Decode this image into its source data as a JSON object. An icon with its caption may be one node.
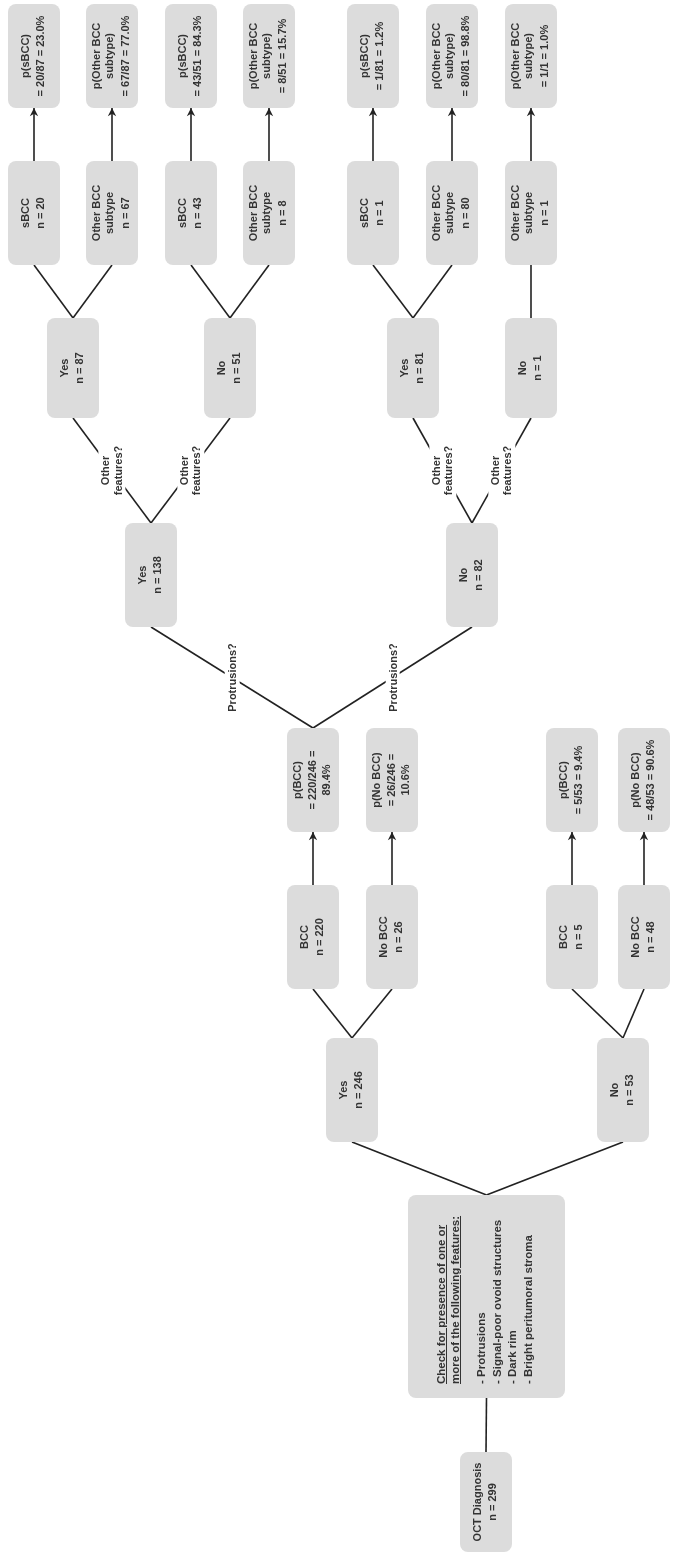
{
  "diagram": {
    "nodes": [
      {
        "text": [
          "OCT Diagnosis",
          "n = 299"
        ]
      },
      {
        "text": [
          "Check for presence of one or more of the following features:",
          "- Protrusions",
          "- Signal-poor ovoid structures",
          "- Dark rim",
          "- Bright peritumoral stroma"
        ]
      },
      {
        "text": [
          "Yes",
          "n = 246"
        ]
      },
      {
        "text": [
          "No",
          "n = 53"
        ]
      },
      {
        "text": [
          "BCC",
          "n = 220"
        ]
      },
      {
        "text": [
          "No BCC",
          "n = 26"
        ]
      },
      {
        "text": [
          "BCC",
          "n = 5"
        ]
      },
      {
        "text": [
          "No BCC",
          "n = 48"
        ]
      },
      {
        "text": [
          "p(BCC)",
          "= 220/246 = 89.4%"
        ]
      },
      {
        "text": [
          "p(No BCC)",
          "= 26/246 = 10.6%"
        ]
      },
      {
        "text": [
          "p(BCC)",
          "= 5/53 = 9.4%"
        ]
      },
      {
        "text": [
          "p(No BCC)",
          "= 48/53 = 90.6%"
        ]
      },
      {
        "text": [
          "Yes",
          "n = 138"
        ]
      },
      {
        "text": [
          "No",
          "n = 82"
        ]
      },
      {
        "text": [
          "Yes",
          "n = 87"
        ]
      },
      {
        "text": [
          "No",
          "n = 51"
        ]
      },
      {
        "text": [
          "Yes",
          "n = 81"
        ]
      },
      {
        "text": [
          "No",
          "n = 1"
        ]
      },
      {
        "text": [
          "sBCC",
          "n = 20"
        ]
      },
      {
        "text": [
          "Other BCC subtype",
          "n = 67"
        ]
      },
      {
        "text": [
          "sBCC",
          "n = 43"
        ]
      },
      {
        "text": [
          "Other BCC subtype",
          "n = 8"
        ]
      },
      {
        "text": [
          "sBCC",
          "n = 1"
        ]
      },
      {
        "text": [
          "Other BCC subtype",
          "n = 80"
        ]
      },
      {
        "text": [
          "Other BCC subtype",
          "n = 1"
        ]
      },
      {
        "text": [
          "p(sBCC)",
          "= 20/87 = 23.0%"
        ]
      },
      {
        "text": [
          "p(Other BCC subtype)",
          "= 67/87 = 77.0%"
        ]
      },
      {
        "text": [
          "p(sBCC)",
          "= 43/51 = 84.3%"
        ]
      },
      {
        "text": [
          "p(Other BCC subtype)",
          "= 8/51 = 15.7%"
        ]
      },
      {
        "text": [
          "p(sBCC)",
          "= 1/81 = 1.2%"
        ]
      },
      {
        "text": [
          "p(Other BCC subtype)",
          "= 80/81 = 98.8%"
        ]
      },
      {
        "text": [
          "p(Other BCC subtype)",
          "= 1/1 = 1.0%"
        ]
      }
    ],
    "edges": [
      {
        "from": 0,
        "to": 1,
        "arrow": "none"
      },
      {
        "from": 1,
        "to": 2,
        "arrow": "none"
      },
      {
        "from": 1,
        "to": 3,
        "arrow": "none"
      },
      {
        "from": 2,
        "to": 4,
        "arrow": "none"
      },
      {
        "from": 2,
        "to": 5,
        "arrow": "none"
      },
      {
        "from": 3,
        "to": 6,
        "arrow": "none"
      },
      {
        "from": 3,
        "to": 7,
        "arrow": "none"
      },
      {
        "from": 4,
        "to": 8,
        "arrow": "to"
      },
      {
        "from": 5,
        "to": 9,
        "arrow": "to"
      },
      {
        "from": 6,
        "to": 10,
        "arrow": "to"
      },
      {
        "from": 7,
        "to": 11,
        "arrow": "to"
      },
      {
        "from": 8,
        "to": 12,
        "arrow": "none",
        "label": "Protrusions?"
      },
      {
        "from": 8,
        "to": 13,
        "arrow": "none",
        "label": "Protrusions?"
      },
      {
        "from": 12,
        "to": 14,
        "arrow": "none",
        "label": "Other features?"
      },
      {
        "from": 12,
        "to": 15,
        "arrow": "none",
        "label": "Other features?"
      },
      {
        "from": 13,
        "to": 16,
        "arrow": "none",
        "label": "Other features?"
      },
      {
        "from": 13,
        "to": 17,
        "arrow": "none",
        "label": "Other features?"
      },
      {
        "from": 14,
        "to": 18,
        "arrow": "none"
      },
      {
        "from": 14,
        "to": 19,
        "arrow": "none"
      },
      {
        "from": 15,
        "to": 20,
        "arrow": "none"
      },
      {
        "from": 15,
        "to": 21,
        "arrow": "none"
      },
      {
        "from": 16,
        "to": 22,
        "arrow": "none"
      },
      {
        "from": 16,
        "to": 23,
        "arrow": "none"
      },
      {
        "from": 17,
        "to": 24,
        "arrow": "none"
      },
      {
        "from": 18,
        "to": 25,
        "arrow": "to"
      },
      {
        "from": 19,
        "to": 26,
        "arrow": "to"
      },
      {
        "from": 20,
        "to": 27,
        "arrow": "to"
      },
      {
        "from": 21,
        "to": 28,
        "arrow": "to"
      },
      {
        "from": 22,
        "to": 29,
        "arrow": "to"
      },
      {
        "from": 23,
        "to": 30,
        "arrow": "to"
      },
      {
        "from": 24,
        "to": 31,
        "arrow": "to"
      }
    ]
  }
}
